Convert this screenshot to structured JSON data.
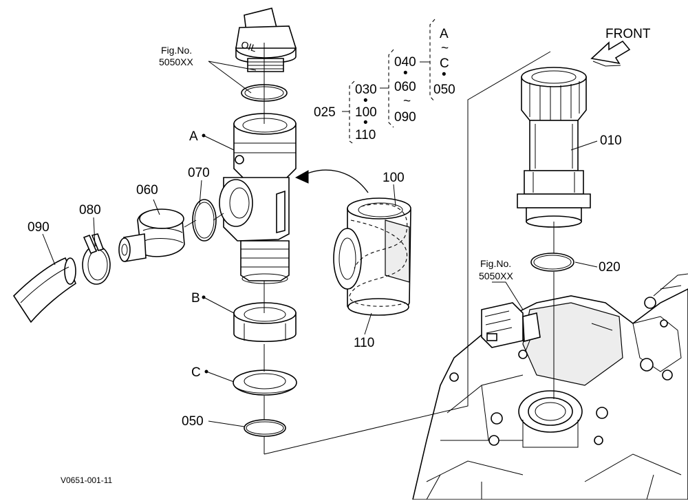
{
  "callouts": {
    "p010": "010",
    "p020": "020",
    "p025": "025",
    "p030": "030",
    "p040": "040",
    "p050_bracket": "050",
    "p050": "050",
    "p060_bracket": "060",
    "p060": "060",
    "p070": "070",
    "p080": "080",
    "p090_bracket": "090",
    "p090": "090",
    "p100_bracket": "100",
    "p100": "100",
    "p110_bracket": "110",
    "p110": "110"
  },
  "refs": {
    "a": "A",
    "b": "B",
    "c": "C",
    "bracket_a": "A",
    "bracket_c": "C",
    "tilde": "~",
    "dot": "•"
  },
  "fig_refs": {
    "top_label": "Fig.No.",
    "top_number": "5050XX",
    "right_label": "Fig.No.",
    "right_number": "5050XX"
  },
  "cap_text": "OIL",
  "front_label": "FRONT",
  "drawing_id": "V0651-001-11"
}
